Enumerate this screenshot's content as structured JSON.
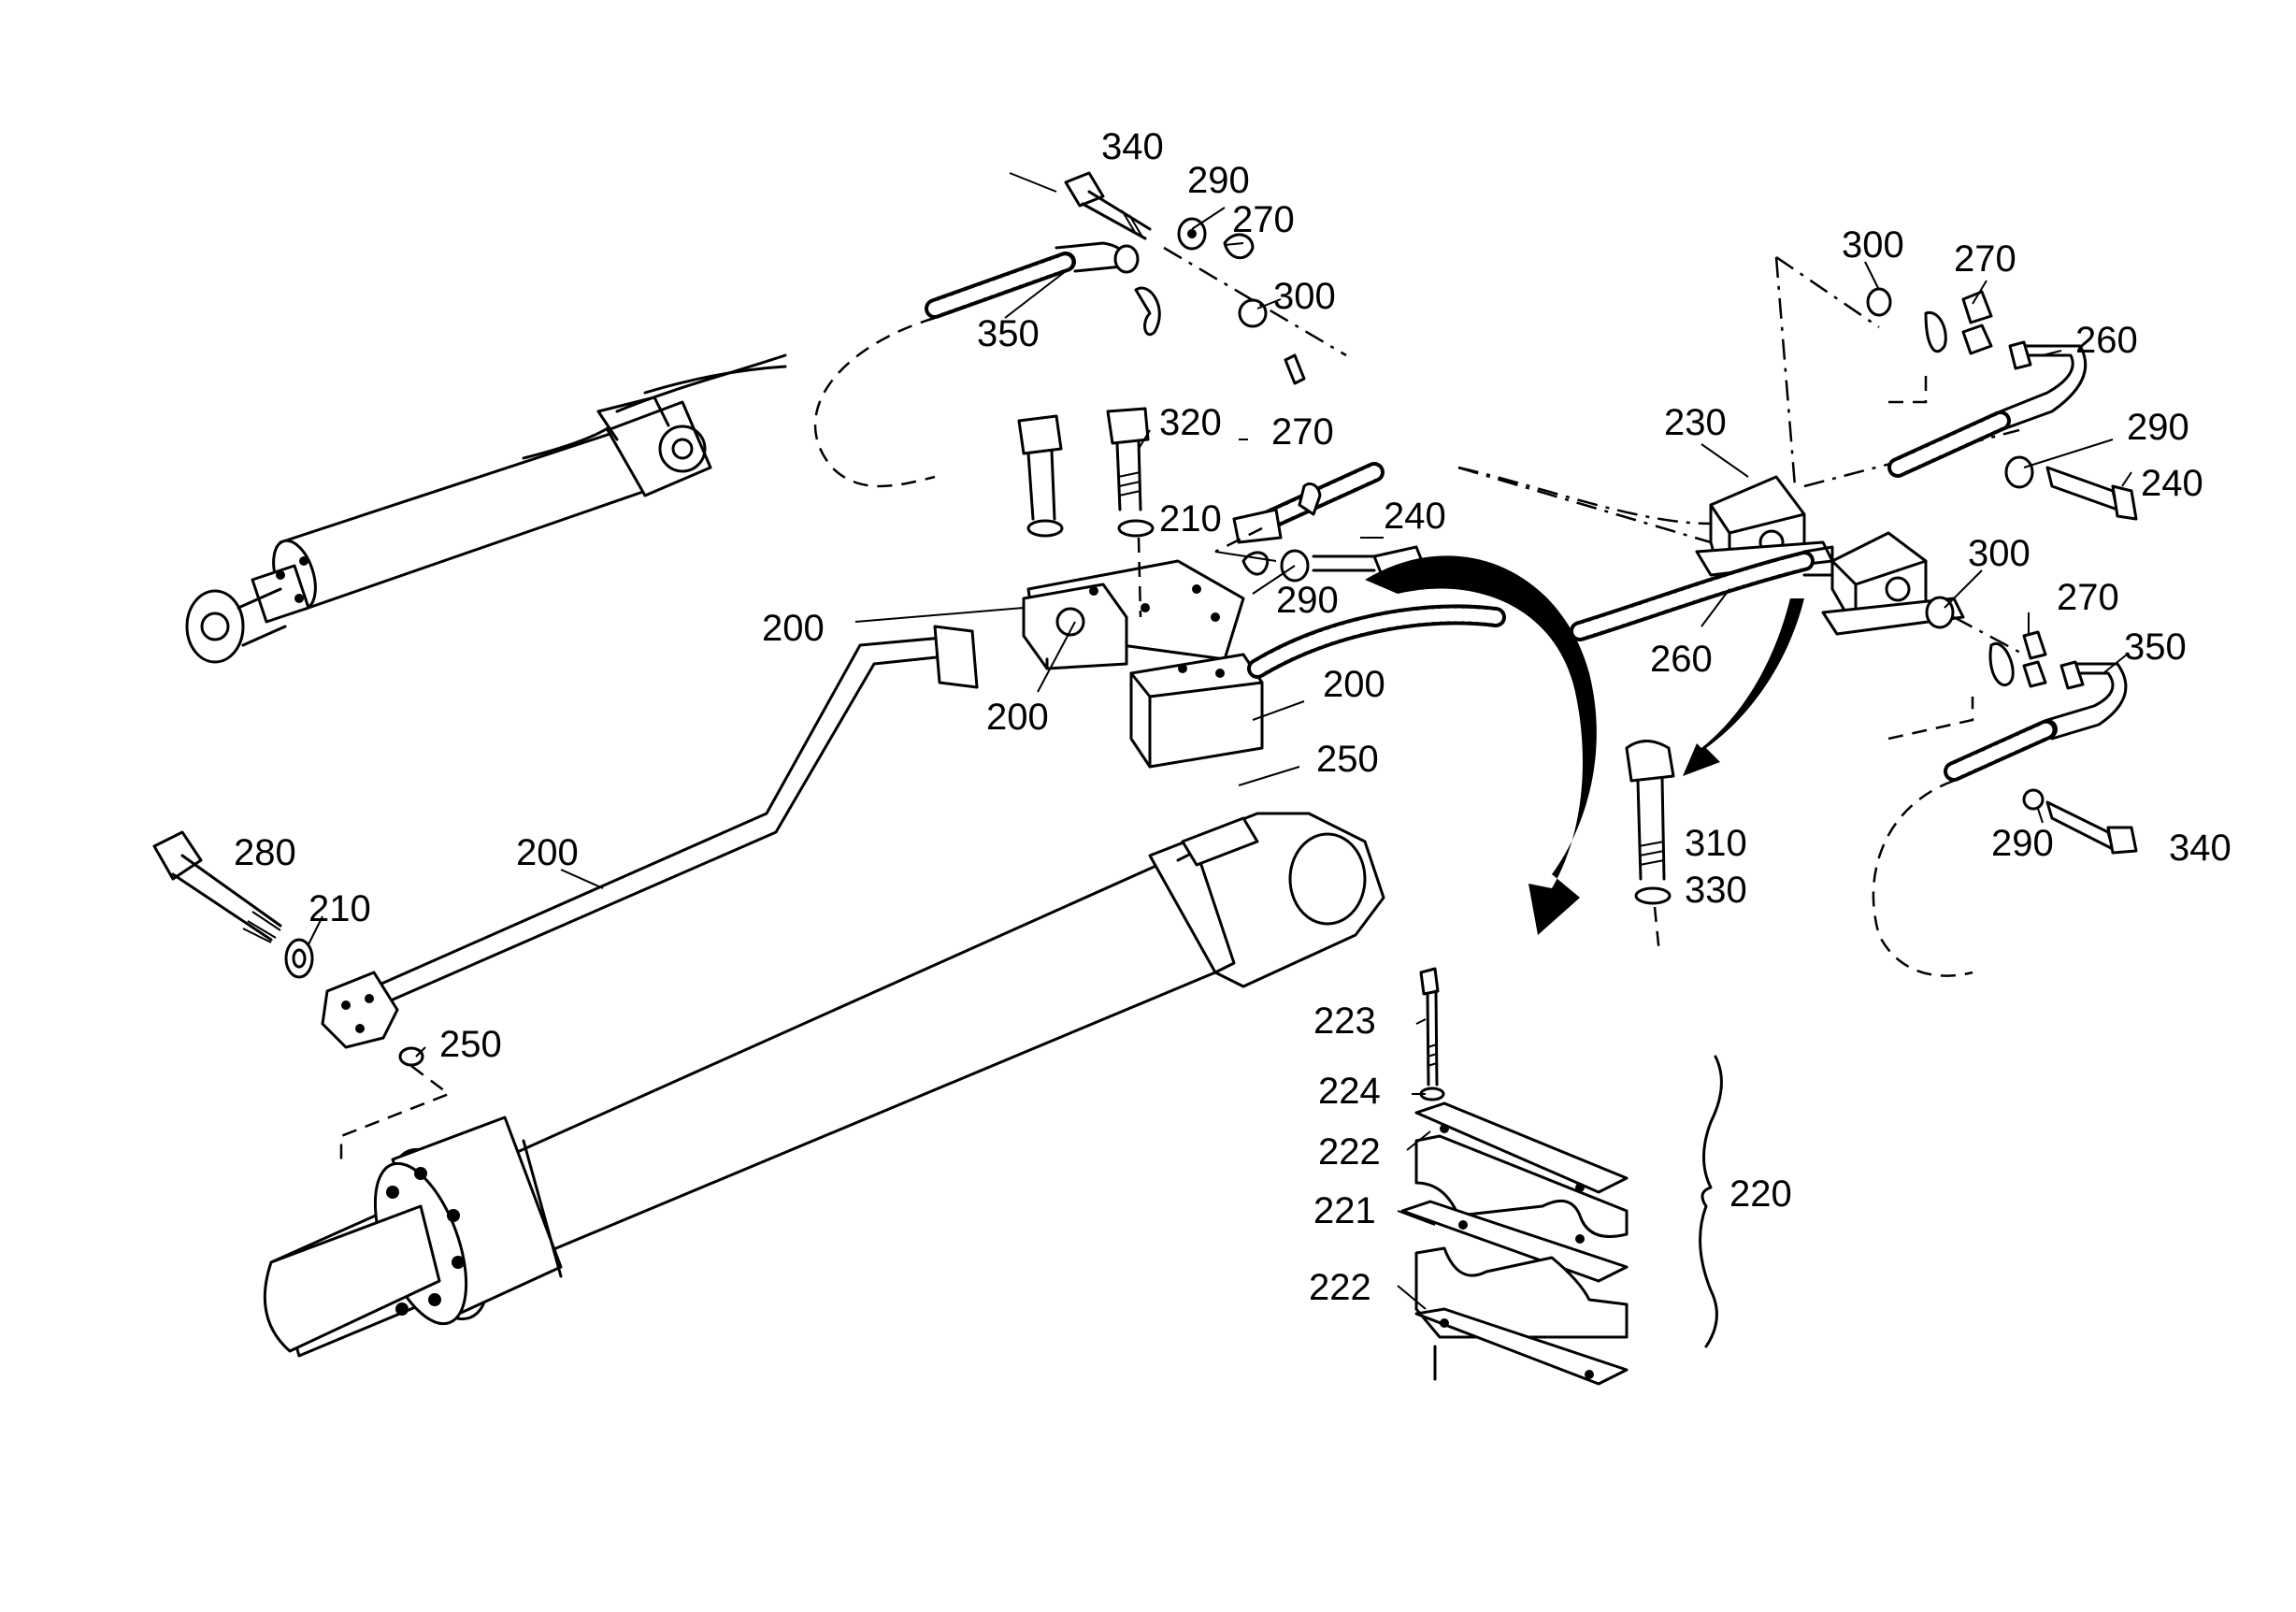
{
  "callouts": {
    "c340_top": "340",
    "c290_top": "290",
    "c270_top": "270",
    "c300_top": "300",
    "c350_top": "350",
    "c320": "320",
    "c270_mid": "270",
    "c210_mid": "210",
    "c240_mid": "240",
    "c290_mid": "290",
    "c200_a": "200",
    "c200_b": "200",
    "c200_c": "200",
    "c200_d": "200",
    "c250_mid": "250",
    "c280": "280",
    "c210_left": "210",
    "c250_left": "250",
    "c230": "230",
    "c300_right": "300",
    "c270_right": "270",
    "c260_right": "260",
    "c290_right": "290",
    "c240_right": "240",
    "c260_mid": "260",
    "c300_low": "300",
    "c270_low": "270",
    "c350_low": "350",
    "c310": "310",
    "c330": "330",
    "c290_low": "290",
    "c340_low": "340",
    "c223": "223",
    "c224": "224",
    "c222_top": "222",
    "c221": "221",
    "c222_bot": "222",
    "c220": "220"
  }
}
